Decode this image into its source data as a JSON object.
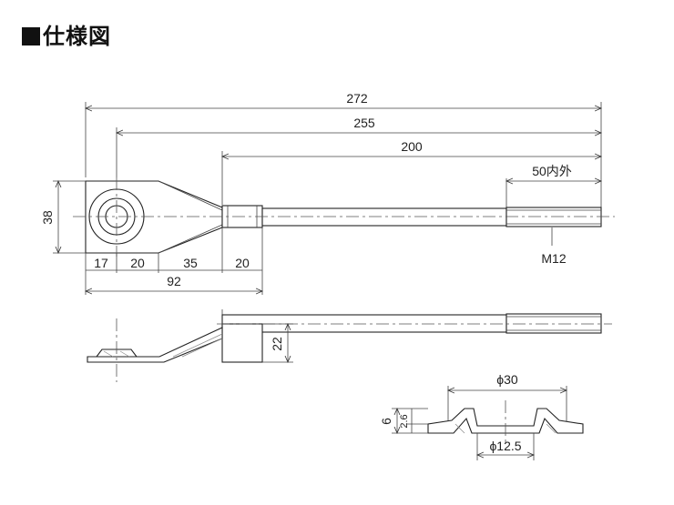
{
  "title": "仕様図",
  "dimensions": {
    "overall_272": "272",
    "length_255": "255",
    "rod_200": "200",
    "thread_50": "50内外",
    "thread_size": "M12",
    "height_38": "38",
    "seg_17": "17",
    "seg_20a": "20",
    "seg_35": "35",
    "seg_20b": "20",
    "total_92": "92",
    "side_22": "22",
    "washer_diameter": "ϕ30",
    "washer_height": "6",
    "washer_thickness": "2.6",
    "hole_diameter": "ϕ12.5"
  }
}
